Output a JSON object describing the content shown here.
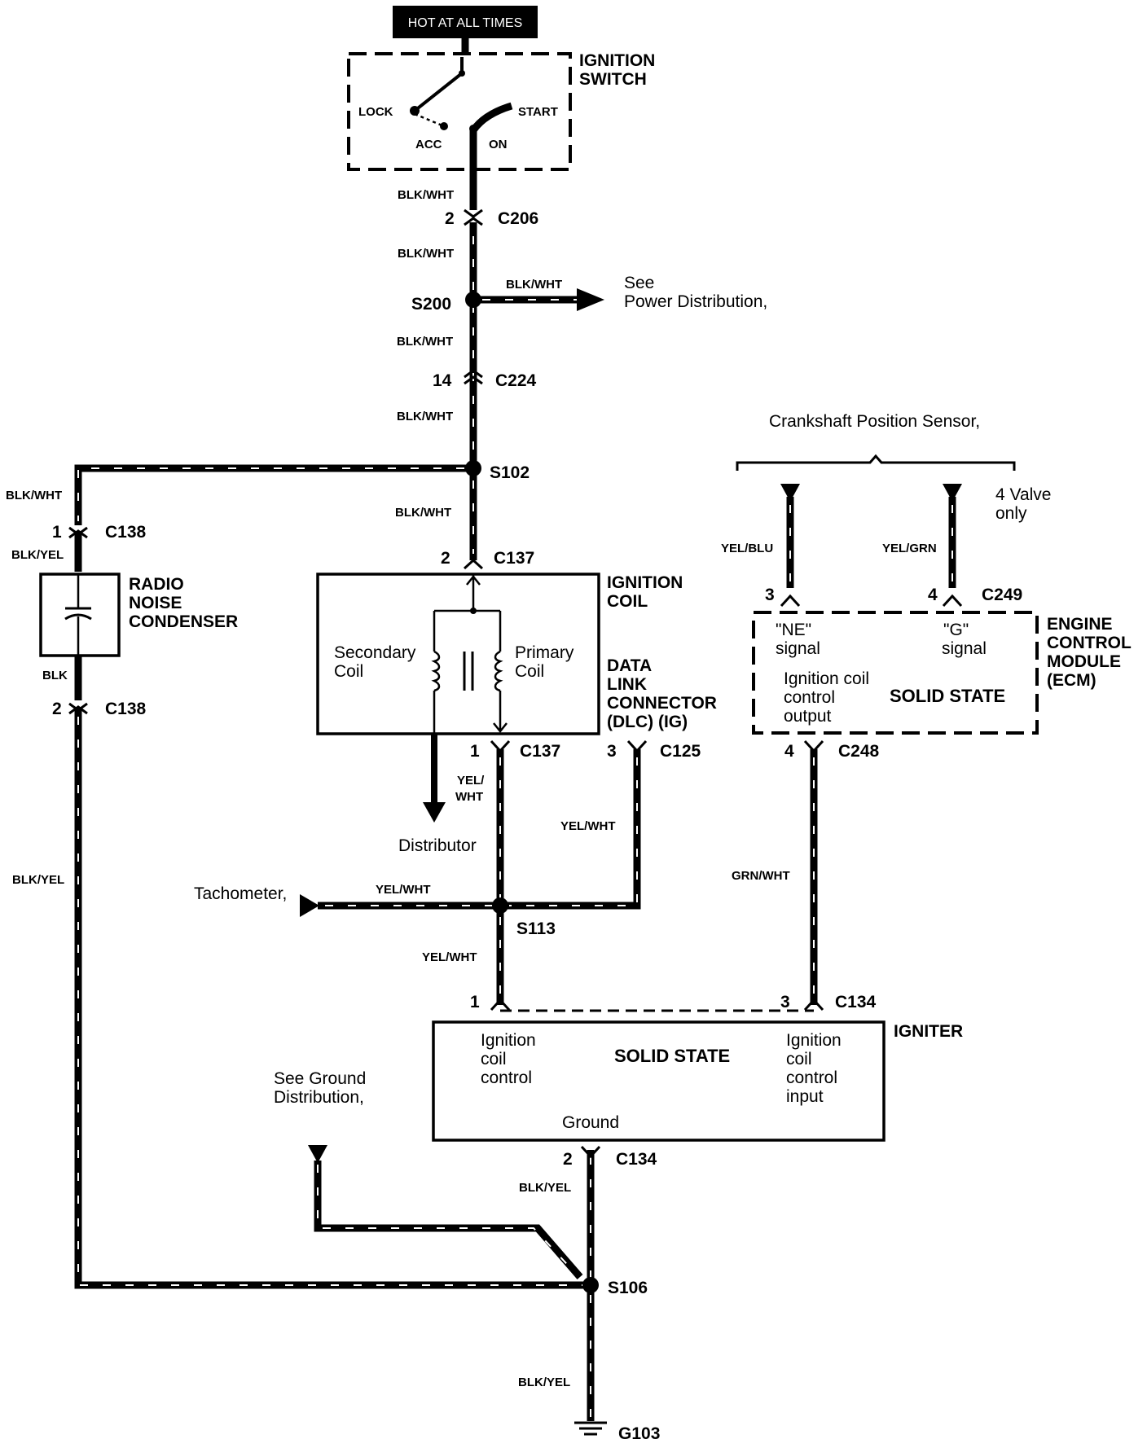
{
  "hot_label": "HOT AT ALL TIMES",
  "ignition_switch": {
    "title_line1": "IGNITION",
    "title_line2": "SWITCH",
    "lock": "LOCK",
    "start": "START",
    "acc": "ACC",
    "on": "ON"
  },
  "wires": {
    "blk_wht": "BLK/WHT",
    "blk_yel": "BLK/YEL",
    "blk": "BLK",
    "yel_wht": "YEL/WHT",
    "yel_wht_split_1": "YEL/",
    "yel_wht_split_2": "WHT",
    "yel_blu": "YEL/BLU",
    "yel_grn": "YEL/GRN",
    "grn_wht": "GRN/WHT"
  },
  "connectors": {
    "c206": "C206",
    "c224": "C224",
    "c138": "C138",
    "c137": "C137",
    "c125": "C125",
    "c249": "C249",
    "c248": "C248",
    "c134": "C134"
  },
  "pins": {
    "p1": "1",
    "p2": "2",
    "p3": "3",
    "p4": "4",
    "p14": "14"
  },
  "splices": {
    "s200": "S200",
    "s102": "S102",
    "s113": "S113",
    "s106": "S106"
  },
  "ground": "G103",
  "refs": {
    "see": "See",
    "power_distribution": "Power Distribution,",
    "crankshaft": "Crankshaft Position Sensor,",
    "four_valve_1": "4 Valve",
    "four_valve_2": "only",
    "distributor": "Distributor",
    "tachometer": "Tachometer,",
    "see_ground_1": "See Ground",
    "see_ground_2": "Distribution,"
  },
  "radio_condenser": {
    "line1": "RADIO",
    "line2": "NOISE",
    "line3": "CONDENSER"
  },
  "ignition_coil": {
    "title_line1": "IGNITION",
    "title_line2": "COIL",
    "secondary_1": "Secondary",
    "secondary_2": "Coil",
    "primary_1": "Primary",
    "primary_2": "Coil"
  },
  "dlc": {
    "line1": "DATA",
    "line2": "LINK",
    "line3": "CONNECTOR",
    "line4": "(DLC) (IG)"
  },
  "ecm": {
    "title_line1": "ENGINE",
    "title_line2": "CONTROL",
    "title_line3": "MODULE",
    "title_line4": "(ECM)",
    "ne_1": "\"NE\"",
    "ne_2": "signal",
    "g_1": "\"G\"",
    "g_2": "signal",
    "icco_1": "Ignition coil",
    "icco_2": "control",
    "icco_3": "output",
    "solid_state": "SOLID STATE"
  },
  "igniter": {
    "title": "IGNITER",
    "icc_1": "Ignition",
    "icc_2": "coil",
    "icc_3": "control",
    "solid_state": "SOLID STATE",
    "icci_1": "Ignition",
    "icci_2": "coil",
    "icci_3": "control",
    "icci_4": "input",
    "ground": "Ground"
  }
}
